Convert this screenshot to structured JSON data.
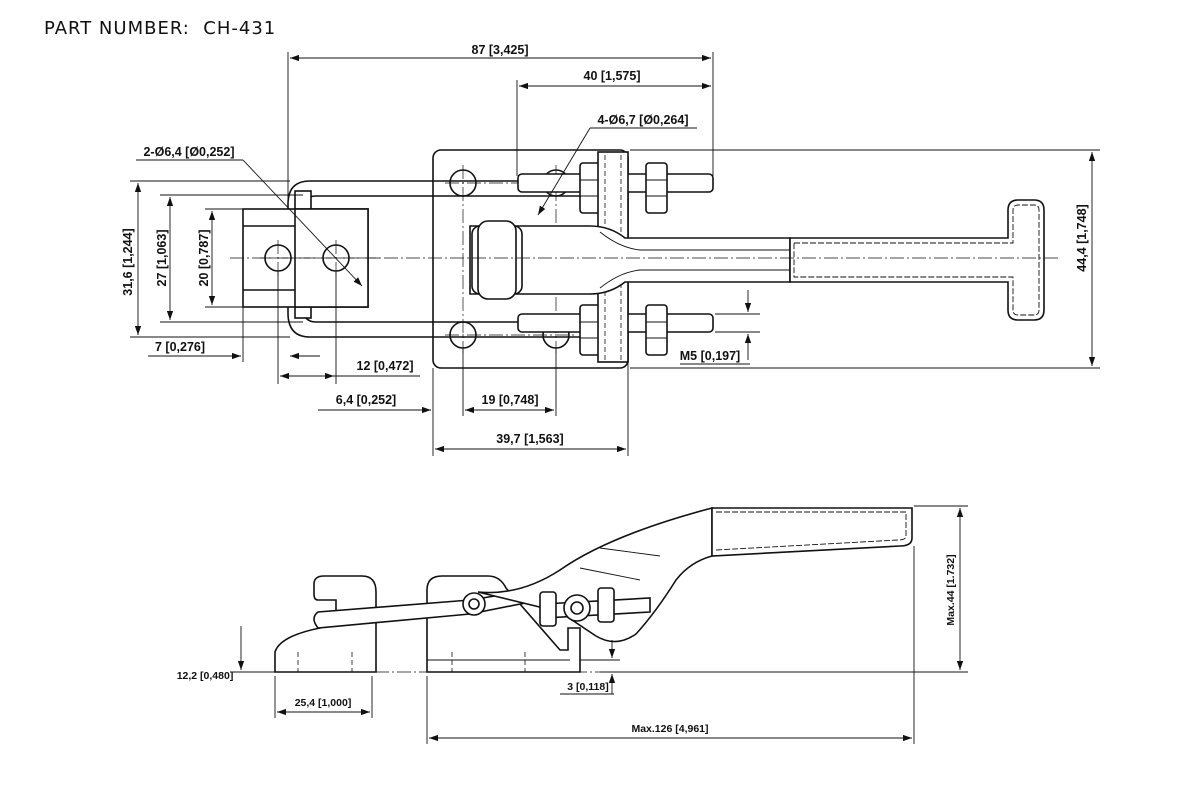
{
  "title": "PART NUMBER:  CH-431",
  "top_view": {
    "dims": {
      "overall_length": "87 [3,425]",
      "to_bolt": "40 [1,575]",
      "bolt_holes": "4-Ø6,7 [Ø0,264]",
      "hook_holes": "2-Ø6,4 [Ø0,252]",
      "total_height": "31,6 [1,244]",
      "height_27": "27 [1,063]",
      "height_20": "20 [0,787]",
      "handle_height": "44,4 [1,748]",
      "dim_7": "7 [0,276]",
      "dim_12": "12 [0,472]",
      "dim_6_4": "6,4 [0,252]",
      "dim_19": "19 [0,748]",
      "dim_39_7": "39,7 [1,563]",
      "thread": "M5 [0,197]"
    }
  },
  "side_view": {
    "dims": {
      "hook_height": "12,2 [0,480]",
      "hook_width": "25,4 [1,000]",
      "base_thickness": "3 [0,118]",
      "max_length": "Max.126 [4,961]",
      "max_height": "Max.44 [1.732]"
    }
  }
}
